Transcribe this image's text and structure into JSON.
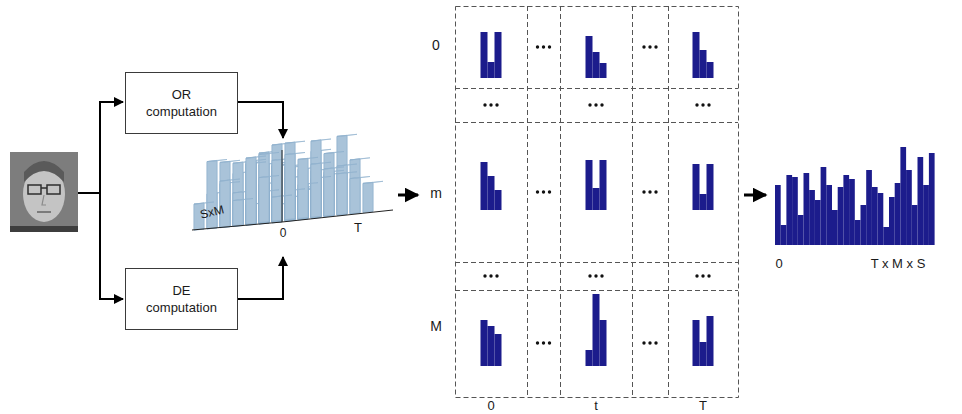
{
  "diagram": {
    "nodes": [
      {
        "text": [
          "OR computation"
        ]
      },
      {
        "text": [
          "DE computation"
        ]
      }
    ],
    "labels": [
      "SxM",
      "0",
      "T",
      "0",
      "m",
      "M",
      "0",
      "t",
      "T",
      "0",
      "T x M x S"
    ]
  }
}
